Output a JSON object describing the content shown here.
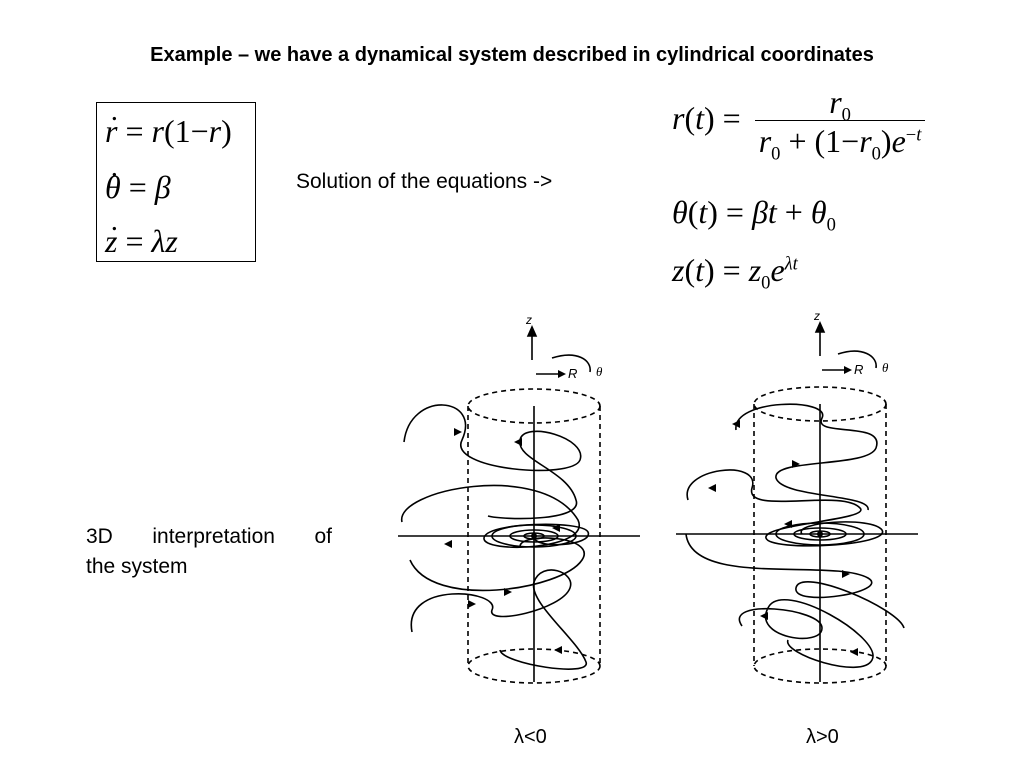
{
  "title": "Example – we have a dynamical system described in cylindrical coordinates",
  "equations": {
    "r_dot": "ṙ = r(1 − r)",
    "theta_dot": "θ̇ = β",
    "z_dot": "ż = λz"
  },
  "solution_label": "Solution of the equations ->",
  "solutions": {
    "r_t": "r(t) = r0 / (r0 + (1 − r0) e^(−t))",
    "theta_t": "θ(t) = βt + θ0",
    "z_t": "z(t) = z0 e^(λt)"
  },
  "interpretation": {
    "word1": "3D",
    "word2": "interpretation",
    "word3": "of",
    "line2": "the system"
  },
  "figure_labels": {
    "z_axis": "z",
    "r_axis": "R",
    "theta": "θ"
  },
  "captions": {
    "left": "λ<0",
    "right": "λ>0"
  }
}
